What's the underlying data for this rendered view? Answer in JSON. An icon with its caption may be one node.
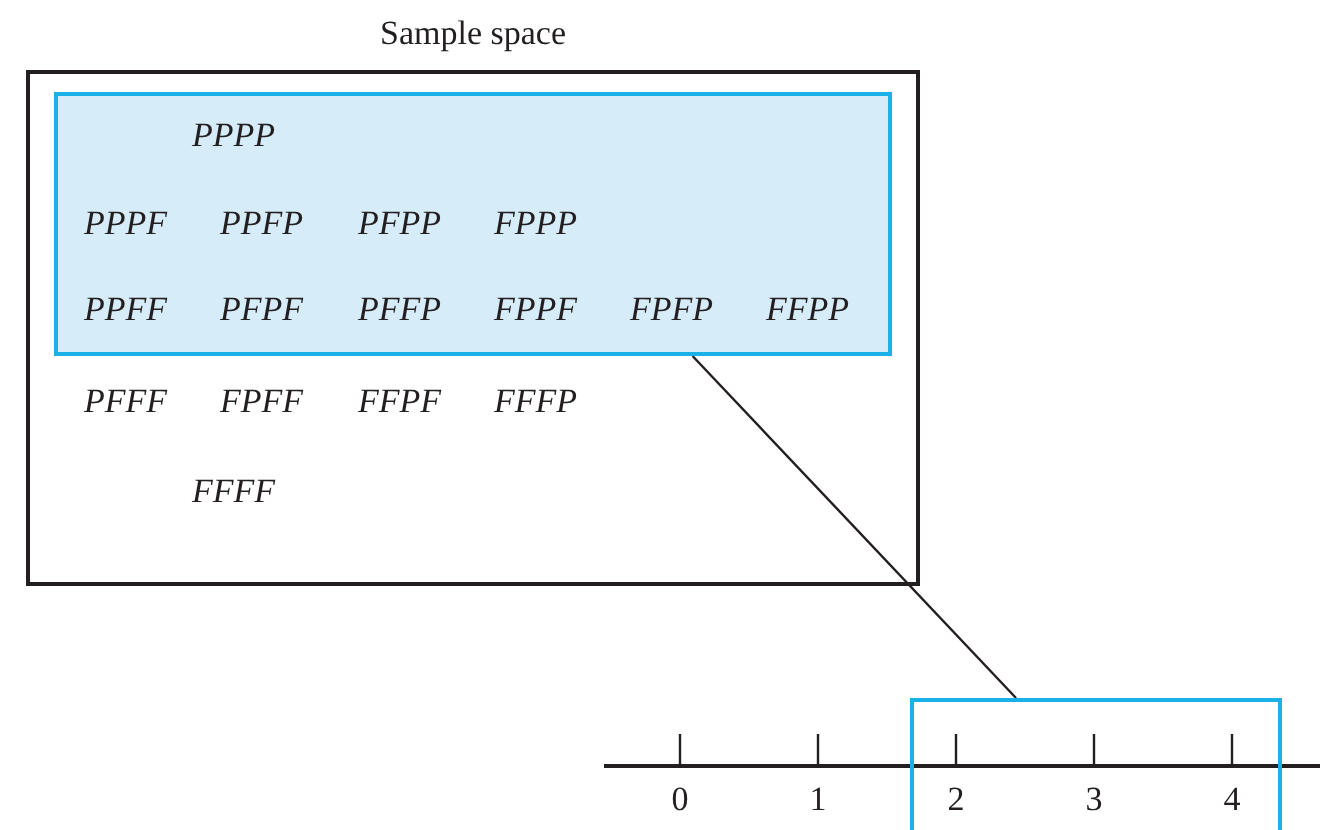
{
  "diagram": {
    "nodes": [
      {
        "text": [
          "Sample space",
          "PFFF",
          "FPFF",
          "FFPF",
          "FFFP",
          "FFFF"
        ]
      },
      {
        "text": [
          "PPPP",
          "PPPF",
          "PPFP",
          "PFPP",
          "FPPP",
          "PPFF",
          "PFPF",
          "PFFP",
          "FPPF",
          "FPFP",
          "FFPP"
        ],
        "in": 0
      },
      {
        "text": [],
        "shape": "box"
      }
    ],
    "edges": [
      {
        "from": 1,
        "to": 2,
        "arrow": "none"
      }
    ],
    "labels": [
      "0",
      "1",
      "2",
      "3",
      "4"
    ]
  }
}
